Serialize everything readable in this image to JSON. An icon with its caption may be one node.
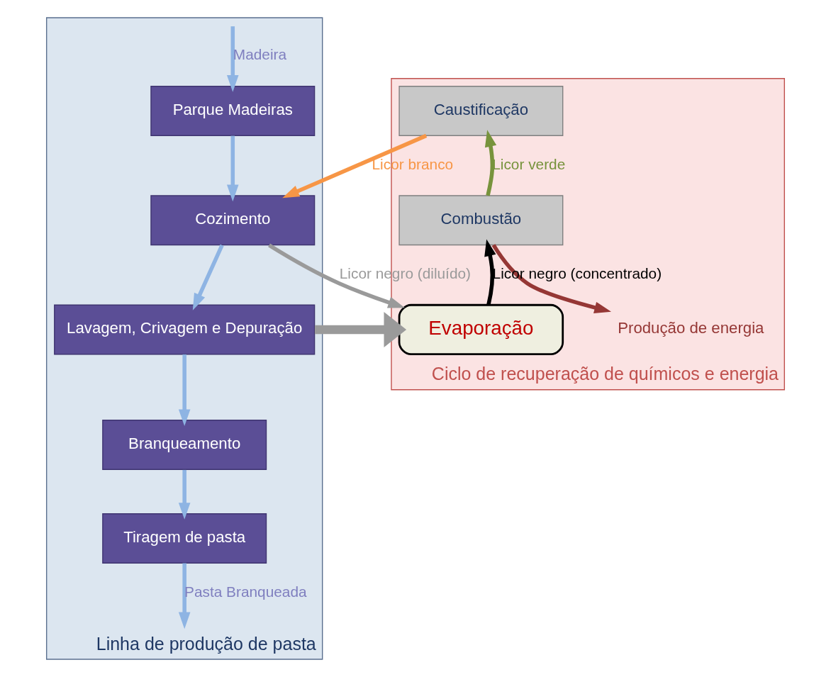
{
  "diagram": {
    "nodes": [
      {
        "text": [
          "Linha de produção de pasta"
        ]
      },
      {
        "text": [
          "Parque Madeiras"
        ],
        "in": 0
      },
      {
        "text": [
          "Cozimento"
        ],
        "in": 0
      },
      {
        "text": [
          "Lavagem, Crivagem e Depuração"
        ],
        "in": 0
      },
      {
        "text": [
          "Branqueamento"
        ],
        "in": 0
      },
      {
        "text": [
          "Tiragem de pasta"
        ],
        "in": 0
      },
      {
        "text": [
          "Ciclo de recuperação de químicos e energia"
        ]
      },
      {
        "text": [
          "Caustificação"
        ],
        "in": 6
      },
      {
        "text": [
          "Combustão"
        ],
        "in": 6
      },
      {
        "text": [
          "Evaporação"
        ],
        "in": 6
      },
      {
        "text": [
          "Produção de energia"
        ],
        "in": 6
      }
    ],
    "edges": [
      {
        "from": null,
        "to": 1,
        "arrow": "to",
        "label": "Madeira"
      },
      {
        "from": 1,
        "to": 2,
        "arrow": "to"
      },
      {
        "from": 2,
        "to": 3,
        "arrow": "to"
      },
      {
        "from": 3,
        "to": 4,
        "arrow": "to"
      },
      {
        "from": 4,
        "to": 5,
        "arrow": "to"
      },
      {
        "from": 5,
        "to": null,
        "arrow": "to",
        "label": "Pasta Branqueada"
      },
      {
        "from": 7,
        "to": 2,
        "arrow": "to",
        "label": "Licor branco",
        "color": "#f79646"
      },
      {
        "from": 2,
        "to": 9,
        "arrow": "to",
        "label": "Licor negro (diluído)",
        "color": "#9a9a9a"
      },
      {
        "from": 3,
        "to": 9,
        "arrow": "to",
        "color": "#9a9a9a",
        "style": "thick"
      },
      {
        "from": 9,
        "to": 8,
        "arrow": "to",
        "label": "Licor negro (concentrado)",
        "color": "#000000"
      },
      {
        "from": 8,
        "to": 7,
        "arrow": "to",
        "label": "Licor verde",
        "color": "#77933c"
      },
      {
        "from": 8,
        "to": 10,
        "arrow": "to",
        "color": "#953735"
      }
    ]
  }
}
